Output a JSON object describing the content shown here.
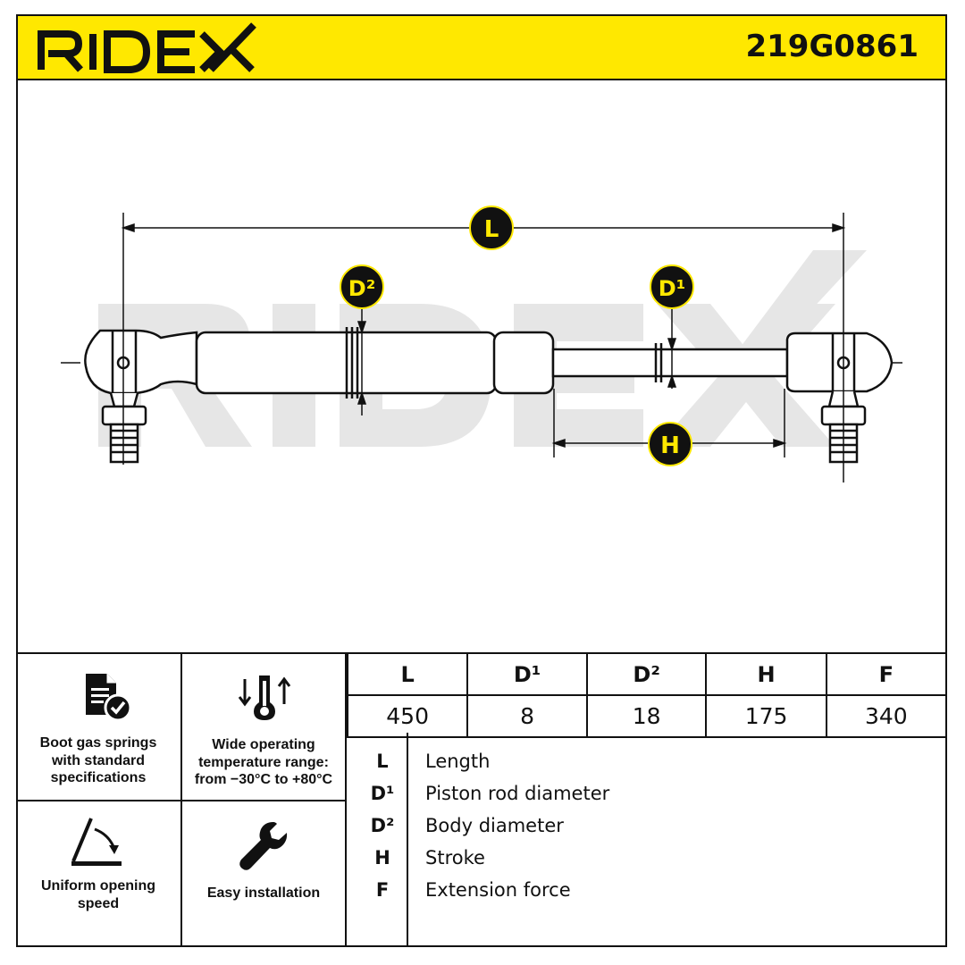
{
  "header": {
    "brand": "RIDEX",
    "part_number": "219G0861",
    "accent_color": "#ffe800"
  },
  "drawing": {
    "watermark": "RIDEX",
    "labels": {
      "length": "L",
      "rod_diameter": "D¹",
      "body_diameter": "D²",
      "stroke": "H"
    }
  },
  "features": [
    {
      "icon": "document-check-icon",
      "text": "Boot gas springs with standard specifications"
    },
    {
      "icon": "thermometer-icon",
      "text": "Wide operating temperature range: from −30°C to +80°C"
    },
    {
      "icon": "opening-angle-icon",
      "text": "Uniform opening speed"
    },
    {
      "icon": "wrench-icon",
      "text": "Easy installation"
    }
  ],
  "specs": {
    "headers": [
      "L",
      "D¹",
      "D²",
      "H",
      "F"
    ],
    "values": [
      "450",
      "8",
      "18",
      "175",
      "340"
    ]
  },
  "legend": [
    {
      "key": "L",
      "desc": "Length"
    },
    {
      "key": "D¹",
      "desc": "Piston rod diameter"
    },
    {
      "key": "D²",
      "desc": "Body diameter"
    },
    {
      "key": "H",
      "desc": "Stroke"
    },
    {
      "key": "F",
      "desc": "Extension force"
    }
  ]
}
